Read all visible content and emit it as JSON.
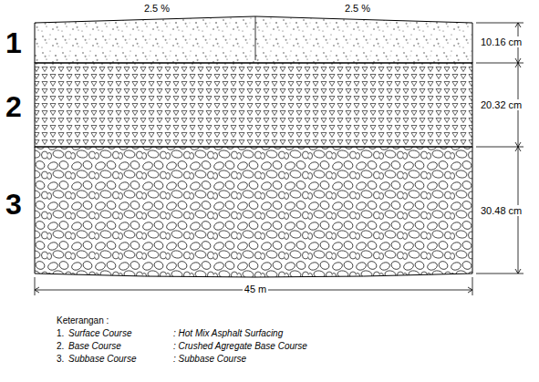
{
  "diagram": {
    "labels": [
      "2.5 %",
      "2.5 %",
      "1",
      "2",
      "3",
      "10.16 cm",
      "20.32 cm",
      "30.48 cm",
      "45 m",
      "Keterangan :",
      "1.",
      "Surface Course",
      ": Hot Mix Asphalt Surfacing",
      "2.",
      "Base Course",
      ": Crushed Agregate Base Course",
      "3.",
      "Subbase Course",
      ": Subbase Course"
    ]
  }
}
